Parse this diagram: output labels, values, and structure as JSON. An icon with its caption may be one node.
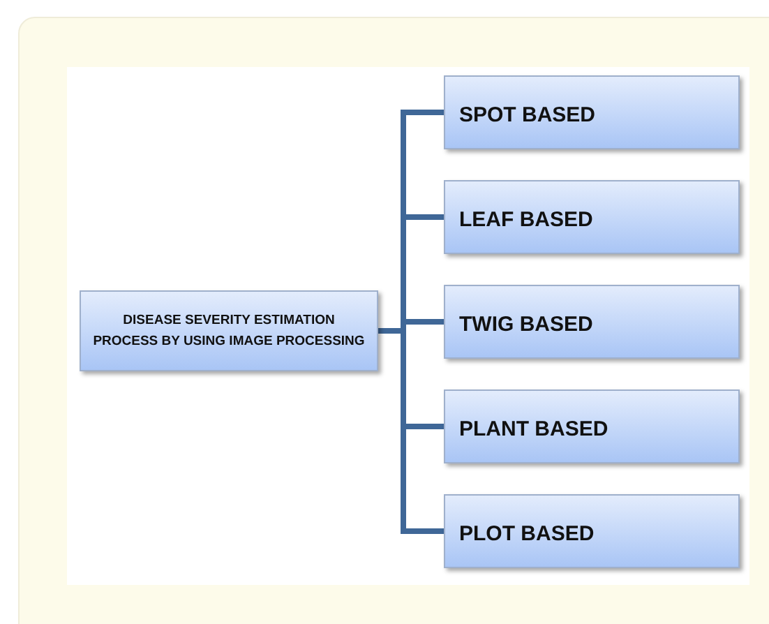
{
  "diagram": {
    "nodes": [
      {
        "text": [
          "DISEASE SEVERITY ESTIMATION PROCESS BY USING IMAGE PROCESSING"
        ]
      },
      {
        "text": [
          "SPOT BASED"
        ]
      },
      {
        "text": [
          "LEAF BASED"
        ]
      },
      {
        "text": [
          "TWIG BASED"
        ]
      },
      {
        "text": [
          "PLANT BASED"
        ]
      },
      {
        "text": [
          "PLOT BASED"
        ]
      }
    ],
    "edges": [
      {
        "from": 0,
        "to": 1,
        "arrow": "none"
      },
      {
        "from": 0,
        "to": 2,
        "arrow": "none"
      },
      {
        "from": 0,
        "to": 3,
        "arrow": "none"
      },
      {
        "from": 0,
        "to": 4,
        "arrow": "none"
      },
      {
        "from": 0,
        "to": 5,
        "arrow": "none"
      }
    ]
  }
}
